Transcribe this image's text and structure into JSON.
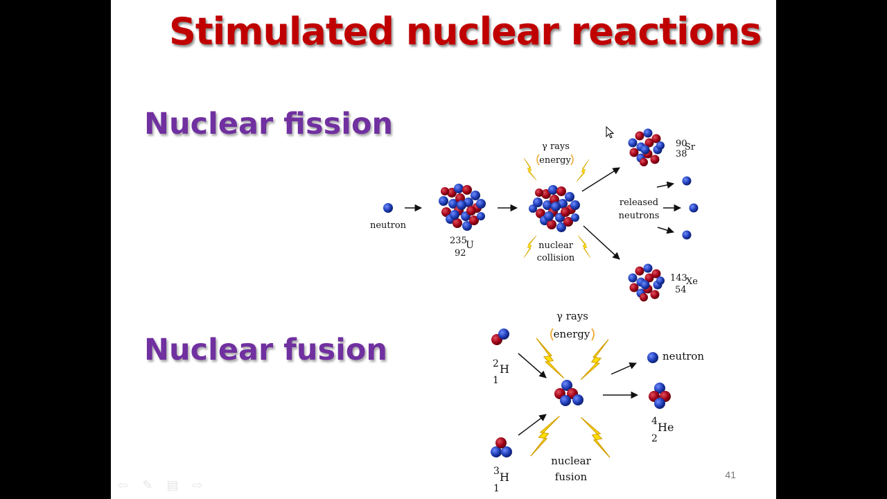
{
  "slide": {
    "title": "Stimulated nuclear reactions",
    "page_number": "41"
  },
  "fission": {
    "heading": "Nuclear fission",
    "labels": {
      "neutron": "neutron",
      "u235_mass": "235",
      "u235_symbol": "U",
      "u235_atomic": "92",
      "gamma_rays": "γ rays",
      "energy": "energy",
      "nuclear": "nuclear",
      "collision": "collision",
      "released": "released",
      "neutrons": "neutrons",
      "sr_mass": "90",
      "sr_symbol": "Sr",
      "sr_atomic": "38",
      "xe_mass": "143",
      "xe_symbol": "Xe",
      "xe_atomic": "54"
    }
  },
  "fusion": {
    "heading": "Nuclear fusion",
    "labels": {
      "gamma_rays": "γ rays",
      "energy": "energy",
      "neutron": "neutron",
      "h2_mass": "2",
      "h2_symbol": "H",
      "h2_atomic": "1",
      "h3_mass": "3",
      "h3_symbol": "H",
      "h3_atomic": "1",
      "he_mass": "4",
      "he_symbol": "He",
      "he_atomic": "2",
      "nuclear": "nuclear",
      "fusion": "fusion"
    }
  },
  "colors": {
    "title": "#c00000",
    "heading": "#7030a0",
    "proton": "#a00018",
    "neutron": "#1e3cb4",
    "lightning": "#ffe100",
    "energy_bracket": "#f0a830"
  },
  "controls": {
    "prev_icon": "arrow-left-icon",
    "pen_icon": "pen-icon",
    "menu_icon": "menu-icon",
    "next_icon": "arrow-right-icon"
  }
}
